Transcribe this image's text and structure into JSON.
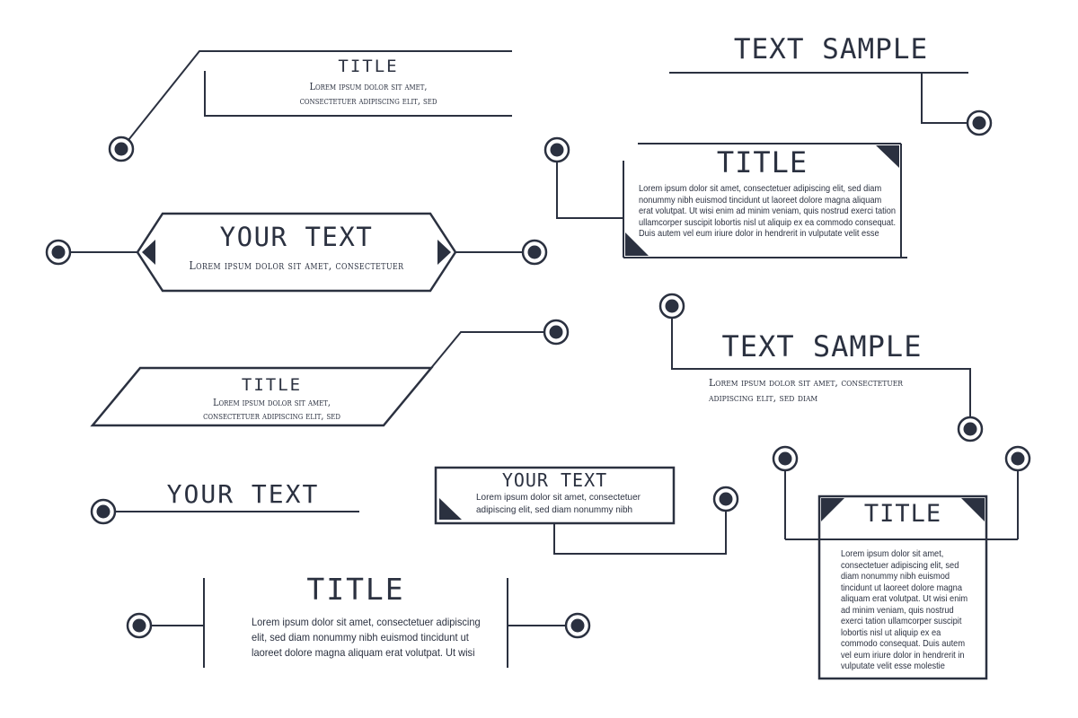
{
  "colors": {
    "ink": "#2b3140",
    "background": "#ffffff"
  },
  "callouts": {
    "c1": {
      "title": "TITLE",
      "body": "Lorem ipsum dolor sit amet,\nconsectetuer adipiscing elit, sed"
    },
    "c2": {
      "title": "TEXT SAMPLE"
    },
    "c3": {
      "title": "TITLE",
      "body": "Lorem ipsum dolor sit amet, consectetuer adipiscing elit, sed diam\nnonummy nibh euismod tincidunt ut laoreet dolore magna aliquam\nerat volutpat. Ut wisi enim ad minim veniam, quis nostrud exerci tation\nullamcorper suscipit lobortis nisl ut aliquip ex ea commodo consequat.\nDuis autem vel eum iriure dolor in hendrerit in vulputate velit esse"
    },
    "c4": {
      "title": "YOUR TEXT",
      "subtitle": "Lorem ipsum dolor sit amet, consectetuer"
    },
    "c5": {
      "title": "TITLE",
      "body": "Lorem ipsum dolor sit amet,\nconsectetuer adipiscing elit, sed"
    },
    "c6": {
      "title": "TEXT SAMPLE",
      "body": "Lorem ipsum dolor sit amet, consectetuer\nadipiscing elit, sed diam"
    },
    "c7": {
      "title": "YOUR TEXT"
    },
    "c8": {
      "title": "YOUR TEXT",
      "body": "Lorem ipsum dolor sit amet, consectetuer\nadipiscing elit, sed diam nonummy nibh"
    },
    "c9": {
      "title": "TITLE",
      "body": "Lorem ipsum dolor sit amet,\nconsectetuer adipiscing elit, sed\ndiam nonummy nibh euismod\ntincidunt ut laoreet dolore magna\naliquam erat volutpat. Ut wisi enim\nad minim veniam, quis nostrud\nexerci tation ullamcorper suscipit\nlobortis nisl ut aliquip ex ea\ncommodo consequat. Duis autem\nvel eum iriure dolor in hendrerit in\nvulputate velit esse molestie"
    },
    "c10": {
      "title": "TITLE",
      "body": "Lorem ipsum dolor sit amet, consectetuer adipiscing\nelit, sed diam nonummy nibh euismod tincidunt ut\nlaoreet dolore magna aliquam erat volutpat. Ut wisi"
    }
  }
}
